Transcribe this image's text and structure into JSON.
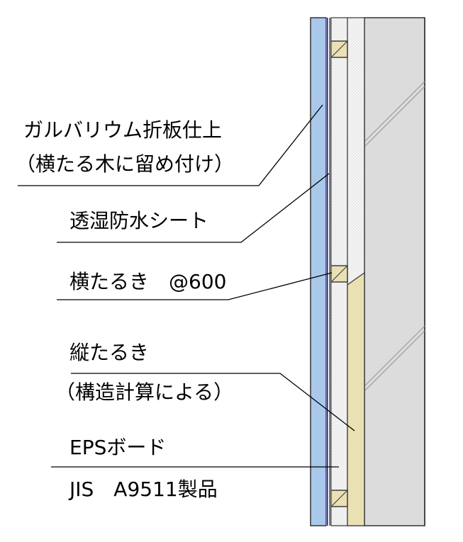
{
  "labels": {
    "cladding_line1": "ガルバリウム折板仕上",
    "cladding_line2": "（横たる木に留め付け）",
    "membrane": "透湿防水シート",
    "horizontal_batten": "横たるき　@600",
    "vertical_batten_line1": "縦たるき",
    "vertical_batten_line2": "（構造計算による）",
    "insulation_line1": "EPSボード",
    "insulation_line2": "JIS　A9511製品"
  },
  "colors": {
    "cladding": "#a9c8ea",
    "membrane": "#1a1a8c",
    "batten": "#e9e0b4",
    "insulation": "#f4f4f4",
    "wall": "#dcdcdc",
    "line": "#000000"
  }
}
